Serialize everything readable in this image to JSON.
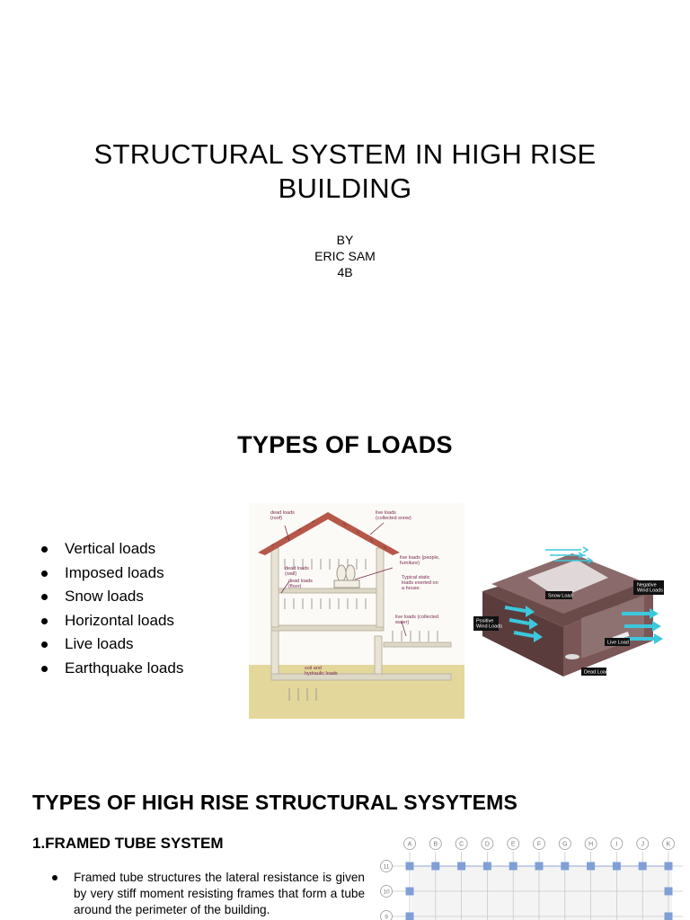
{
  "slide1": {
    "title": "STRUCTURAL SYSTEM IN HIGH RISE BUILDING",
    "by": "BY",
    "author": "ERIC SAM",
    "class": "4B"
  },
  "slide2": {
    "heading": "TYPES OF LOADS",
    "bullets": [
      "Vertical loads",
      "Imposed loads",
      "Snow loads",
      "Horizontal loads",
      "Live loads",
      "Earthquake loads"
    ],
    "house_diagram": {
      "labels": {
        "dead_roof": [
          "dead loads",
          "(roof)"
        ],
        "live_snow": [
          "live loads",
          "(collected snow)"
        ],
        "dead_wall": [
          "dead loads",
          "(wall)"
        ],
        "dead_floor": [
          "dead loads",
          "(floor)"
        ],
        "live_people": [
          "live loads (people,",
          "furniture)"
        ],
        "typical": [
          "Typical static",
          "loads exerted on",
          "a house."
        ],
        "live_water": [
          "live loads (collected",
          "water)"
        ],
        "soil": [
          "soil and",
          "hydraulic loads"
        ]
      }
    },
    "isometric_diagram": {
      "labels": {
        "snow": "Snow Load",
        "negative": [
          "Negative",
          "Wind Loads"
        ],
        "positive": [
          "Positive",
          "Wind Loads"
        ],
        "live": "Live Load",
        "dead": "Dead Load"
      }
    }
  },
  "slide3": {
    "heading": "TYPES OF HIGH RISE STRUCTURAL SYSYTEMS",
    "subheading": "1.FRAMED TUBE SYSTEM",
    "paragraph": "Framed tube structures the lateral resistance is given by very stiff moment resisting frames that form a tube around the perimeter of the building.",
    "grid_plan": {
      "columns": [
        "A",
        "B",
        "C",
        "D",
        "E",
        "F",
        "G",
        "H",
        "I",
        "J",
        "K"
      ],
      "rows": [
        "11",
        "10",
        "9"
      ]
    }
  },
  "colors": {
    "diagram_label": "#7a2a52",
    "wind_arrow": "#3cc7dc",
    "roof_tile": "#b5584a",
    "soil": "#dfcf8a",
    "grid_node": "#7f9fd6"
  }
}
